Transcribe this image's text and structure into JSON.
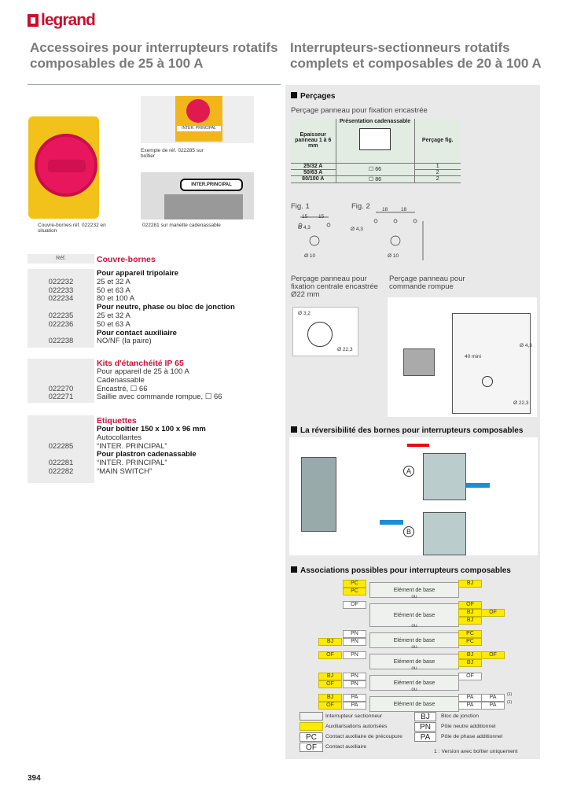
{
  "brand": "legrand",
  "left_title": "Accessoires pour interrupteurs rotatifs composables de 25 à 100 A",
  "right_title": "Interrupteurs-sectionneurs rotatifs complets et composables de 20 à 100 A",
  "captions": {
    "c1": "Exemple de réf. 022285 sur boîtier",
    "c2": "Couvre-bornes réf. 022232 en situation",
    "c3": "022281 sur manette cadenassable",
    "label1": "INTER. PRINCIPAL",
    "label2": "INTER.PRINCIPAL"
  },
  "ref_header": "Réf.",
  "sections": [
    {
      "title": "Couvre-bornes",
      "rows": [
        {
          "ref": "",
          "text": "Pour appareil tripolaire",
          "bold": true
        },
        {
          "ref": "022232",
          "text": "25 et 32 A"
        },
        {
          "ref": "022233",
          "text": "50 et 63 A"
        },
        {
          "ref": "022234",
          "text": "80 et 100 A"
        },
        {
          "ref": "",
          "text": "Pour neutre, phase ou bloc de jonction",
          "bold": true
        },
        {
          "ref": "022235",
          "text": "25 et 32 A"
        },
        {
          "ref": "022236",
          "text": "50 et 63 A"
        },
        {
          "ref": "",
          "text": "Pour contact auxiliaire",
          "bold": true
        },
        {
          "ref": "022238",
          "text": "NO/NF (la paire)"
        }
      ]
    },
    {
      "title": "Kits d'étanchéité IP 65",
      "rows": [
        {
          "ref": "",
          "text": "Pour appareil de 25 à 100 A"
        },
        {
          "ref": "",
          "text": "Cadenassable"
        },
        {
          "ref": "022270",
          "text": "Encastré, ☐ 66"
        },
        {
          "ref": "022271",
          "text": "Saillie avec commande rompue, ☐ 66"
        }
      ]
    },
    {
      "title": "Etiquettes",
      "rows": [
        {
          "ref": "",
          "text": "Pour boîtier 150 x 100 x 96 mm",
          "bold": true
        },
        {
          "ref": "",
          "text": "Autocollantes"
        },
        {
          "ref": "022285",
          "text": "“INTER. PRINCIPAL”"
        },
        {
          "ref": "",
          "text": "Pour plastron cadenassable",
          "bold": true
        },
        {
          "ref": "022281",
          "text": "“INTER. PRINCIPAL”"
        },
        {
          "ref": "022282",
          "text": "“MAIN SWITCH”"
        }
      ]
    }
  ],
  "percages": {
    "title": "Perçages",
    "subtitle": "Perçage panneau pour fixation encastrée",
    "col1": "Epaisseur panneau 1 à 6 mm",
    "col2": "Présentation cadenassable",
    "col3": "Perçage fig.",
    "rows": [
      {
        "a": "25/32 A",
        "b": "☐ 66",
        "c": "1"
      },
      {
        "a": "50/63 A",
        "b": "",
        "c": "2"
      },
      {
        "a": "80/100 A",
        "b": "☐ 86",
        "c": "2"
      }
    ],
    "fig1": "Fig. 1",
    "fig2": "Fig. 2",
    "dims": {
      "d15": "15",
      "d18": "18",
      "d43": "Ø 4,3",
      "d10": "Ø 10",
      "d32": "Ø 3,2",
      "d223": "Ø 22,3",
      "d40": "40 mini"
    },
    "cap_left": "Perçage panneau pour fixation centrale encastrée Ø22 mm",
    "cap_right": "Perçage panneau pour commande rompue"
  },
  "reversibility": {
    "title": "La réversibilité des bornes pour interrupteurs composables",
    "a": "A",
    "b": "B"
  },
  "associations": {
    "title": "Associations possibles pour interrupteurs composables",
    "base": "Elément de base",
    "ou": "ou",
    "legend": {
      "l1": "Interrupteur sectionneur",
      "l2": "Auxiliarisations autorisées",
      "pc": "PC",
      "l3": "Contact auxiliaire de précoupure",
      "of": "OF",
      "l4": "Contact auxiliaire",
      "bj": "BJ",
      "l5": "Bloc de jonction",
      "pn": "PN",
      "l6": "Pôle neutre additionnel",
      "pa": "PA",
      "l7": "Pôle de phase additionnel",
      "note": "1 : Version avec boîtier uniquement",
      "fn": "(1)"
    },
    "rows": [
      {
        "lines": 2,
        "cells": [
          [
            "li",
            0,
            "PC",
            1
          ],
          [
            "li",
            1,
            "PC",
            1
          ],
          [
            "ro",
            0,
            "BJ",
            1
          ]
        ]
      },
      {
        "lines": 3,
        "cells": [
          [
            "li",
            0,
            "OF",
            0
          ],
          [
            "ro",
            0,
            "OF",
            1
          ],
          [
            "ro",
            1,
            "BJ",
            1
          ],
          [
            "ro2",
            1,
            "OF",
            1
          ],
          [
            "ro",
            2,
            "BJ",
            1
          ]
        ]
      },
      {
        "lines": 2,
        "cells": [
          [
            "li",
            0,
            "PN",
            0
          ],
          [
            "li",
            1,
            "PN",
            0
          ],
          [
            "lo",
            1,
            "BJ",
            1
          ],
          [
            "ro",
            0,
            "PC",
            1
          ],
          [
            "ro",
            1,
            "PC",
            1
          ]
        ]
      },
      {
        "lines": 2,
        "cells": [
          [
            "lo",
            0,
            "OF",
            1
          ],
          [
            "li",
            0,
            "PN",
            0
          ],
          [
            "ro",
            0,
            "BJ",
            1
          ],
          [
            "ro2",
            0,
            "OF",
            1
          ],
          [
            "ro",
            1,
            "BJ",
            1
          ]
        ]
      },
      {
        "lines": 2,
        "cells": [
          [
            "lo",
            0,
            "BJ",
            1
          ],
          [
            "lo",
            1,
            "OF",
            1
          ],
          [
            "li",
            0,
            "PN",
            0
          ],
          [
            "li",
            1,
            "PN",
            0
          ],
          [
            "ro",
            0,
            "OF",
            0
          ]
        ]
      },
      {
        "lines": 2,
        "fn": true,
        "cells": [
          [
            "lo",
            0,
            "BJ",
            1
          ],
          [
            "lo",
            1,
            "OF",
            1
          ],
          [
            "li",
            0,
            "PA",
            0
          ],
          [
            "li",
            1,
            "PA",
            0
          ],
          [
            "ro",
            0,
            "PA",
            0
          ],
          [
            "ro",
            1,
            "PA",
            0
          ],
          [
            "ro2",
            0,
            "PA",
            0
          ],
          [
            "ro2",
            1,
            "PA",
            0
          ]
        ]
      }
    ]
  },
  "page_number": "394"
}
